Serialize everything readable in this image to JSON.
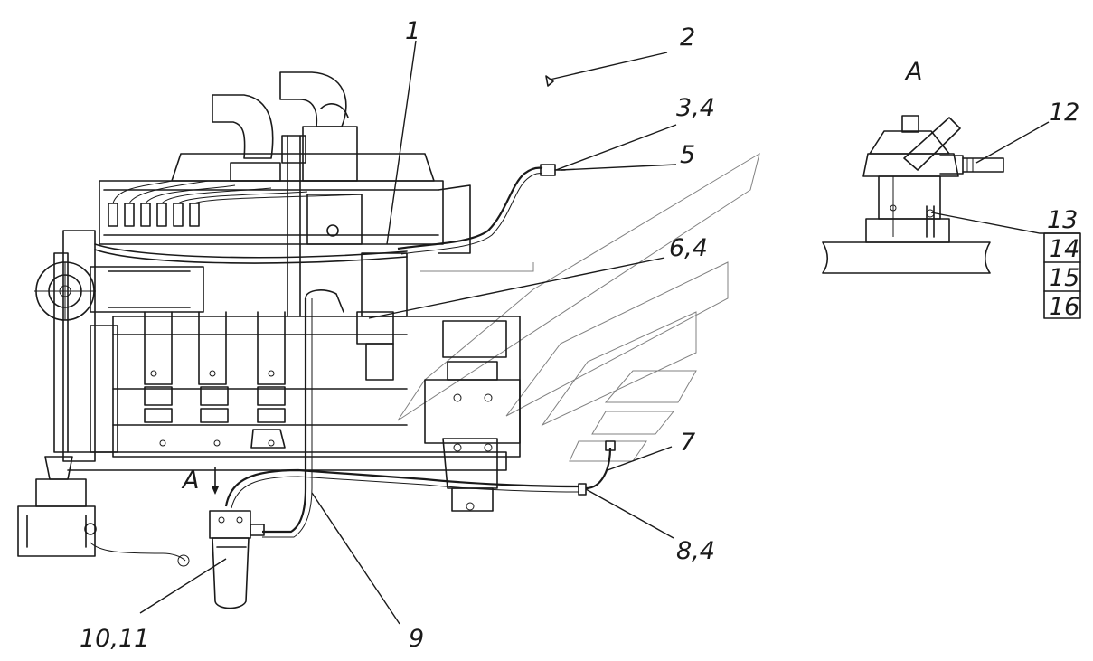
{
  "labels": {
    "l1": "1",
    "l2": "2",
    "l34": "3,4",
    "l5": "5",
    "l64": "6,4",
    "l7": "7",
    "l84": "8,4",
    "l9": "9",
    "l1011": "10,11",
    "l12": "12",
    "l13": "13",
    "l14": "14",
    "l15": "15",
    "l16": "16",
    "view_a_main": "A",
    "view_a_detail": "A"
  }
}
